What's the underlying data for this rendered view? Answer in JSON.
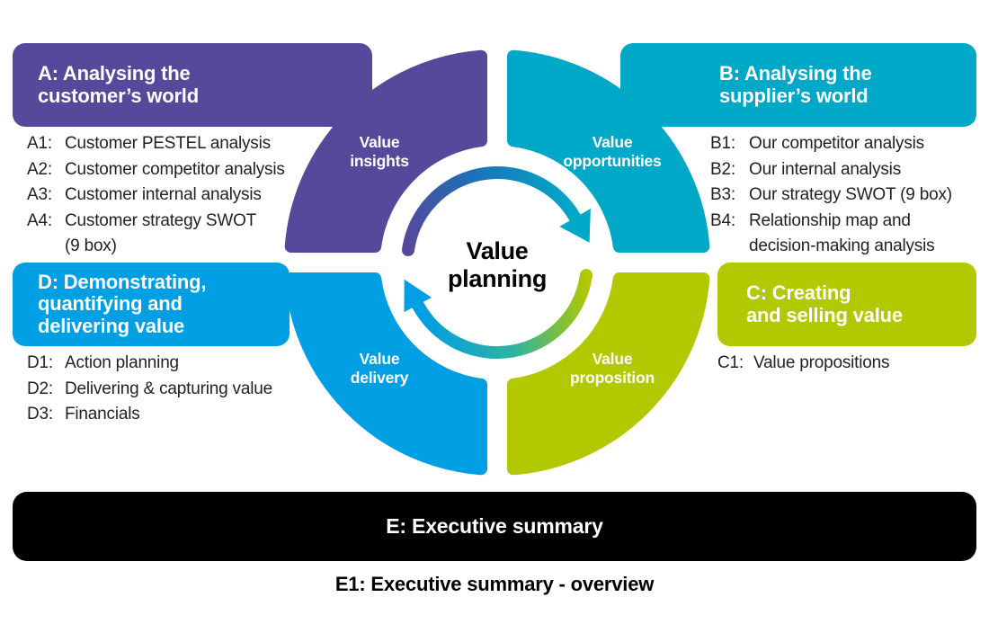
{
  "diagram": {
    "center_label": "Value\nplanning",
    "sections": {
      "A": {
        "title": "A: Analysing the\ncustomer’s world",
        "ring_label": "Value\ninsights",
        "color": "#54499B",
        "items": [
          {
            "num": "A1:",
            "text": "Customer PESTEL analysis"
          },
          {
            "num": "A2:",
            "text": "Customer competitor analysis"
          },
          {
            "num": "A3:",
            "text": "Customer internal analysis"
          },
          {
            "num": "A4:",
            "text": "Customer strategy SWOT\n(9 box)"
          }
        ]
      },
      "B": {
        "title": "B: Analysing the\nsupplier’s world",
        "ring_label": "Value\nopportunities",
        "color": "#00A8C8",
        "items": [
          {
            "num": "B1:",
            "text": "Our competitor analysis"
          },
          {
            "num": "B2:",
            "text": "Our internal analysis"
          },
          {
            "num": "B3:",
            "text": "Our strategy SWOT (9 box)"
          },
          {
            "num": "B4:",
            "text": "Relationship map and\ndecision-making analysis"
          }
        ]
      },
      "C": {
        "title": "C: Creating\nand selling value",
        "ring_label": "Value\nproposition",
        "color": "#B2C800",
        "items": [
          {
            "num": "C1:",
            "text": "Value propositions"
          }
        ]
      },
      "D": {
        "title": "D: Demonstrating,\nquantifying and\ndelivering value",
        "ring_label": "Value\ndelivery",
        "color": "#009EE3",
        "items": [
          {
            "num": "D1:",
            "text": "Action planning"
          },
          {
            "num": "D2:",
            "text": "Delivering & capturing value"
          },
          {
            "num": "D3:",
            "text": "Financials"
          }
        ]
      }
    },
    "summary_bar": {
      "label": "E: Executive summary",
      "color": "#000000"
    },
    "footer": {
      "label": "E1: Executive summary - overview"
    }
  },
  "palette": {
    "purple": "#54499B",
    "teal": "#00A8C8",
    "blue": "#009EE3",
    "green": "#B2C800",
    "arc_blue_mid": "#1D70B7",
    "arc_teal_green_mid": "#2FB3A0",
    "black": "#000000",
    "body_text": "#231F20",
    "white": "#FFFFFF"
  }
}
